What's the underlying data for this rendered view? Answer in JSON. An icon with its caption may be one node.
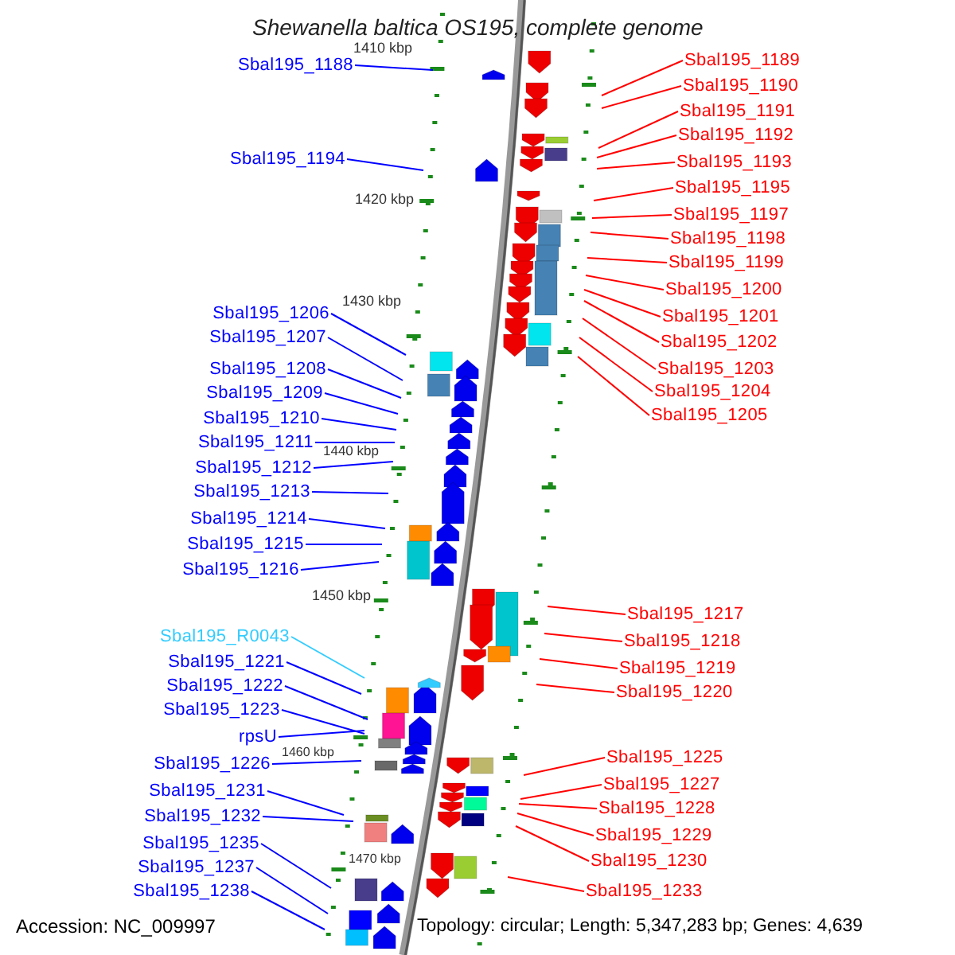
{
  "diagram": {
    "title": "Shewanella baltica OS195, complete genome",
    "nodes": [
      {
        "text": [
          "Sbal195_1188"
        ]
      },
      {
        "text": [
          "Sbal195_1194"
        ]
      },
      {
        "text": [
          "Sbal195_1206"
        ]
      },
      {
        "text": [
          "Sbal195_1207"
        ]
      },
      {
        "text": [
          "Sbal195_1208"
        ]
      },
      {
        "text": [
          "Sbal195_1209"
        ]
      },
      {
        "text": [
          "Sbal195_1210"
        ]
      },
      {
        "text": [
          "Sbal195_1211"
        ]
      },
      {
        "text": [
          "Sbal195_1212"
        ]
      },
      {
        "text": [
          "Sbal195_1213"
        ]
      },
      {
        "text": [
          "Sbal195_1214"
        ]
      },
      {
        "text": [
          "Sbal195_1215"
        ]
      },
      {
        "text": [
          "Sbal195_1216"
        ]
      },
      {
        "text": [
          "Sbal195_R0043"
        ]
      },
      {
        "text": [
          "Sbal195_1221"
        ]
      },
      {
        "text": [
          "Sbal195_1222"
        ]
      },
      {
        "text": [
          "Sbal195_1223"
        ]
      },
      {
        "text": [
          "rpsU"
        ]
      },
      {
        "text": [
          "Sbal195_1226"
        ]
      },
      {
        "text": [
          "Sbal195_1231"
        ]
      },
      {
        "text": [
          "Sbal195_1232"
        ]
      },
      {
        "text": [
          "Sbal195_1235"
        ]
      },
      {
        "text": [
          "Sbal195_1237"
        ]
      },
      {
        "text": [
          "Sbal195_1238"
        ]
      },
      {
        "text": [
          "Sbal195_1189"
        ]
      },
      {
        "text": [
          "Sbal195_1190"
        ]
      },
      {
        "text": [
          "Sbal195_1191"
        ]
      },
      {
        "text": [
          "Sbal195_1192"
        ]
      },
      {
        "text": [
          "Sbal195_1193"
        ]
      },
      {
        "text": [
          "Sbal195_1195"
        ]
      },
      {
        "text": [
          "Sbal195_1197"
        ]
      },
      {
        "text": [
          "Sbal195_1198"
        ]
      },
      {
        "text": [
          "Sbal195_1199"
        ]
      },
      {
        "text": [
          "Sbal195_1200"
        ]
      },
      {
        "text": [
          "Sbal195_1201"
        ]
      },
      {
        "text": [
          "Sbal195_1202"
        ]
      },
      {
        "text": [
          "Sbal195_1203"
        ]
      },
      {
        "text": [
          "Sbal195_1204"
        ]
      },
      {
        "text": [
          "Sbal195_1205"
        ]
      },
      {
        "text": [
          "Sbal195_1217"
        ]
      },
      {
        "text": [
          "Sbal195_1218"
        ]
      },
      {
        "text": [
          "Sbal195_1219"
        ]
      },
      {
        "text": [
          "Sbal195_1220"
        ]
      },
      {
        "text": [
          "Sbal195_1225"
        ]
      },
      {
        "text": [
          "Sbal195_1227"
        ]
      },
      {
        "text": [
          "Sbal195_1228"
        ]
      },
      {
        "text": [
          "Sbal195_1229"
        ]
      },
      {
        "text": [
          "Sbal195_1230"
        ]
      },
      {
        "text": [
          "Sbal195_1233"
        ]
      }
    ],
    "edges": [
      {
        "from": 0,
        "to": null,
        "arrow": "none",
        "color": "#0000ff"
      },
      {
        "from": 1,
        "to": null,
        "arrow": "none",
        "color": "#0000ff"
      },
      {
        "from": 2,
        "to": null,
        "arrow": "none",
        "color": "#0000ff"
      },
      {
        "from": 3,
        "to": null,
        "arrow": "none",
        "color": "#0000ff"
      },
      {
        "from": 4,
        "to": null,
        "arrow": "none",
        "color": "#0000ff"
      },
      {
        "from": 5,
        "to": null,
        "arrow": "none",
        "color": "#0000ff"
      },
      {
        "from": 6,
        "to": null,
        "arrow": "none",
        "color": "#0000ff"
      },
      {
        "from": 7,
        "to": null,
        "arrow": "none",
        "color": "#0000ff"
      },
      {
        "from": 8,
        "to": null,
        "arrow": "none",
        "color": "#0000ff"
      },
      {
        "from": 9,
        "to": null,
        "arrow": "none",
        "color": "#0000ff"
      },
      {
        "from": 10,
        "to": null,
        "arrow": "none",
        "color": "#0000ff"
      },
      {
        "from": 11,
        "to": null,
        "arrow": "none",
        "color": "#0000ff"
      },
      {
        "from": 12,
        "to": null,
        "arrow": "none",
        "color": "#0000ff"
      },
      {
        "from": 13,
        "to": null,
        "arrow": "none",
        "color": "#33ccff"
      },
      {
        "from": 14,
        "to": null,
        "arrow": "none",
        "color": "#0000ff"
      },
      {
        "from": 15,
        "to": null,
        "arrow": "none",
        "color": "#0000ff"
      },
      {
        "from": 16,
        "to": null,
        "arrow": "none",
        "color": "#0000ff"
      },
      {
        "from": 17,
        "to": null,
        "arrow": "none",
        "color": "#0000ff"
      },
      {
        "from": 18,
        "to": null,
        "arrow": "none",
        "color": "#0000ff"
      },
      {
        "from": 19,
        "to": null,
        "arrow": "none",
        "color": "#0000ff"
      },
      {
        "from": 20,
        "to": null,
        "arrow": "none",
        "color": "#0000ff"
      },
      {
        "from": 21,
        "to": null,
        "arrow": "none",
        "color": "#0000ff"
      },
      {
        "from": 22,
        "to": null,
        "arrow": "none",
        "color": "#0000ff"
      },
      {
        "from": 23,
        "to": null,
        "arrow": "none",
        "color": "#0000ff"
      },
      {
        "from": 24,
        "to": null,
        "arrow": "none"
      },
      {
        "from": 25,
        "to": null,
        "arrow": "none"
      },
      {
        "from": 26,
        "to": null,
        "arrow": "none"
      },
      {
        "from": 27,
        "to": null,
        "arrow": "none"
      },
      {
        "from": 28,
        "to": null,
        "arrow": "none"
      },
      {
        "from": 29,
        "to": null,
        "arrow": "none"
      },
      {
        "from": 30,
        "to": null,
        "arrow": "none"
      },
      {
        "from": 31,
        "to": null,
        "arrow": "none"
      },
      {
        "from": 32,
        "to": null,
        "arrow": "none"
      },
      {
        "from": 33,
        "to": null,
        "arrow": "none"
      },
      {
        "from": 34,
        "to": null,
        "arrow": "none"
      },
      {
        "from": 35,
        "to": null,
        "arrow": "none"
      },
      {
        "from": 36,
        "to": null,
        "arrow": "none"
      },
      {
        "from": 37,
        "to": null,
        "arrow": "none"
      },
      {
        "from": 38,
        "to": null,
        "arrow": "none"
      },
      {
        "from": 39,
        "to": null,
        "arrow": "none"
      },
      {
        "from": 40,
        "to": null,
        "arrow": "none"
      },
      {
        "from": 41,
        "to": null,
        "arrow": "none"
      },
      {
        "from": 42,
        "to": null,
        "arrow": "none"
      },
      {
        "from": 43,
        "to": null,
        "arrow": "none"
      },
      {
        "from": 44,
        "to": null,
        "arrow": "none"
      },
      {
        "from": 45,
        "to": null,
        "arrow": "none"
      },
      {
        "from": 46,
        "to": null,
        "arrow": "none"
      },
      {
        "from": 47,
        "to": null,
        "arrow": "none"
      },
      {
        "from": 48,
        "to": null,
        "arrow": "none"
      }
    ],
    "labels": [
      "1410 kbp",
      "1420 kbp",
      "1430 kbp",
      "1440 kbp",
      "1450 kbp",
      "1460 kbp",
      "1470 kbp",
      "Accession: NC_009997",
      "Topology: circular; Length: 5,347,283 bp; Genes: 4,639"
    ]
  }
}
